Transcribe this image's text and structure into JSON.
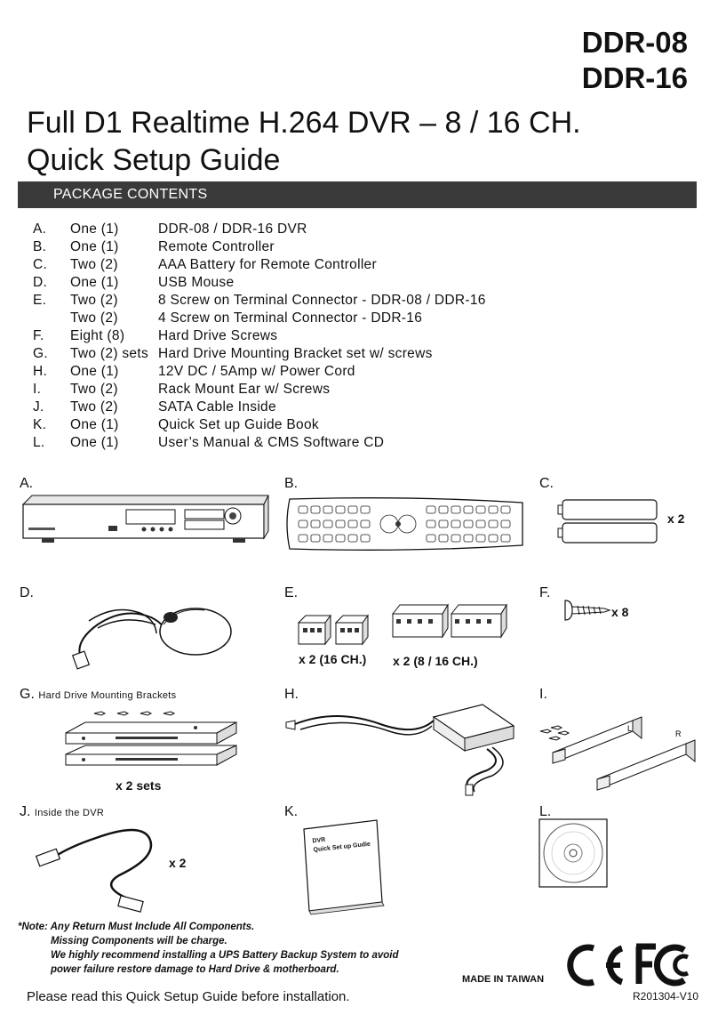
{
  "header": {
    "model_1": "DDR-08",
    "model_2": "DDR-16",
    "title_line1": "Full D1 Realtime H.264 DVR – 8 / 16 CH.",
    "title_line2": "Quick Setup Guide"
  },
  "section_bar": {
    "label": "PACKAGE CONTENTS"
  },
  "contents": [
    {
      "letter": "A.",
      "qty": "One (1)",
      "desc": "DDR-08 / DDR-16 DVR"
    },
    {
      "letter": "B.",
      "qty": "One (1)",
      "desc": "Remote Controller"
    },
    {
      "letter": "C.",
      "qty": "Two (2)",
      "desc": "AAA Battery for Remote Controller"
    },
    {
      "letter": "D.",
      "qty": "One (1)",
      "desc": "USB Mouse"
    },
    {
      "letter": "E.",
      "qty": "Two (2)",
      "desc": "8 Screw on Terminal Connector - DDR-08 / DDR-16"
    },
    {
      "letter": "",
      "qty": "Two (2)",
      "desc": "4 Screw on Terminal Connector - DDR-16"
    },
    {
      "letter": "F.",
      "qty": "Eight (8)",
      "desc": "Hard Drive Screws"
    },
    {
      "letter": "G.",
      "qty": "Two (2) sets",
      "desc": "Hard Drive Mounting Bracket set w/ screws"
    },
    {
      "letter": "H.",
      "qty": "One (1)",
      "desc": "12V DC / 5Amp w/ Power Cord"
    },
    {
      "letter": "I.",
      "qty": "Two (2)",
      "desc": "Rack Mount Ear w/ Screws"
    },
    {
      "letter": "J.",
      "qty": "Two (2)",
      "desc": "SATA Cable Inside"
    },
    {
      "letter": "K.",
      "qty": "One (1)",
      "desc": "Quick Set up Guide Book"
    },
    {
      "letter": "L.",
      "qty": "One (1)",
      "desc": "User’s Manual & CMS Software CD"
    }
  ],
  "figures": {
    "a": {
      "label": "A."
    },
    "b": {
      "label": "B."
    },
    "c": {
      "label": "C.",
      "qty": "x 2"
    },
    "d": {
      "label": "D."
    },
    "e": {
      "label": "E.",
      "qty1": "x 2 (16 CH.)",
      "qty2": "x 2 (8 / 16 CH.)"
    },
    "f": {
      "label": "F.",
      "qty": "x 8"
    },
    "g": {
      "label": "G.",
      "caption": "Hard Drive Mounting Brackets",
      "qty": "x 2 sets"
    },
    "h": {
      "label": "H."
    },
    "i": {
      "label": "I.",
      "ear_l": "L",
      "ear_r": "R"
    },
    "j": {
      "label": "J.",
      "caption": "Inside the DVR",
      "qty": "x 2"
    },
    "k": {
      "label": "K.",
      "book_line1": "DVR",
      "book_line2": "Quick Set up Gudie"
    },
    "l": {
      "label": "L."
    }
  },
  "note": {
    "line1": "*Note: Any Return Must Include All Components.",
    "line2": "Missing Components will be charge.",
    "line3": "We highly recommend installing a UPS Battery Backup System to avoid",
    "line4": "power failure restore damage to Hard Drive & motherboard."
  },
  "footer": {
    "instruction": "Please read this Quick Setup Guide before installation.",
    "made_in": "MADE IN TAIWAN",
    "revision": "R201304-V10"
  },
  "logos": [
    "ce-mark",
    "fcc-mark"
  ]
}
